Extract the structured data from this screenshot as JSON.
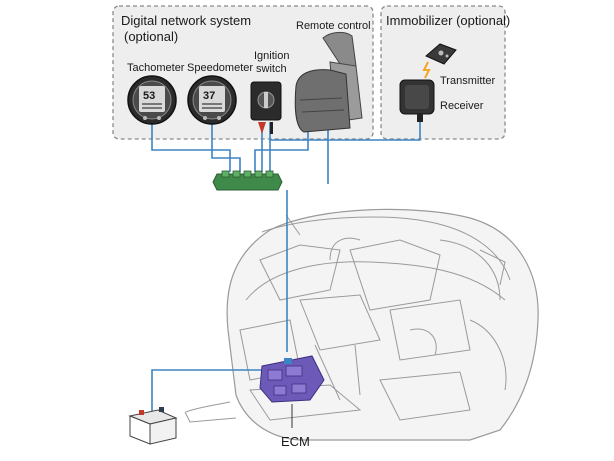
{
  "boxes": {
    "digital_network": {
      "title_line1": "Digital network system",
      "title_line2": "(optional)"
    },
    "immobilizer": {
      "title": "Immobilizer (optional)"
    }
  },
  "components": {
    "tachometer": {
      "label": "Tachometer",
      "reading": "53"
    },
    "speedometer": {
      "label": "Speedometer",
      "reading": "37"
    },
    "ignition_switch": {
      "label_line1": "Ignition",
      "label_line2": "switch"
    },
    "remote_control": {
      "label": "Remote control"
    },
    "transmitter": {
      "label": "Transmitter"
    },
    "receiver": {
      "label": "Receiver"
    },
    "ecm": {
      "label": "ECM"
    }
  },
  "colors": {
    "wire": "#3d84c4",
    "hub": "#3f8a4a",
    "ecm": "#6d5ab8",
    "box_fill": "#eeeeee",
    "box_border": "#8a8a8a",
    "engine_line": "#9a9a9a",
    "bolt": "#f5a623"
  }
}
